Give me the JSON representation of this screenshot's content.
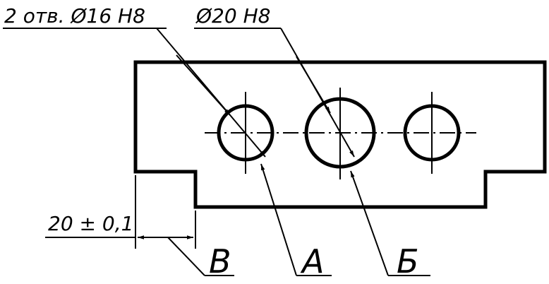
{
  "labels": {
    "holes_16": "2 отв. Ø16 H8",
    "hole_20": "Ø20 H8",
    "dim_20": "20 ± 0,1",
    "datum_a": "А",
    "datum_b": "Б",
    "datum_v": "В"
  }
}
